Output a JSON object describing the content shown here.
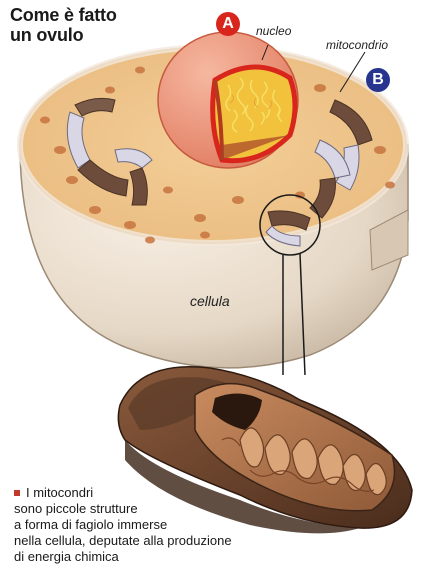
{
  "title": {
    "line1": "Come è fatto",
    "line2": "un ovulo"
  },
  "labels": {
    "nucleus": "nucleo",
    "mitochondrion": "mitocondrio",
    "cell": "cellula"
  },
  "badges": {
    "a": {
      "text": "A",
      "color": "#d9261c"
    },
    "b": {
      "text": "B",
      "color": "#27358f"
    }
  },
  "caption": {
    "line1": "I mitocondri",
    "line2": "sono piccole strutture",
    "line3": "a forma di fagiolo immerse",
    "line4": "nella cellula, deputate alla produzione",
    "line5": "di energia chimica"
  }
}
